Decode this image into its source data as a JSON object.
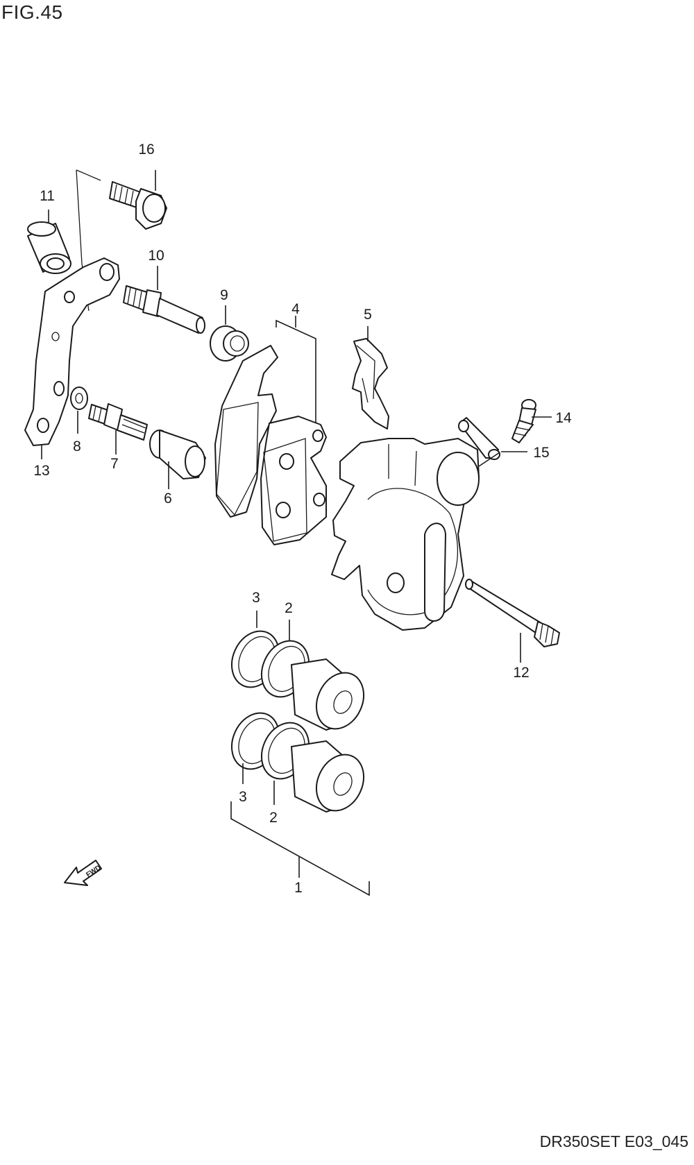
{
  "figure": {
    "title": "FIG.45",
    "code": "DR350SET E03_045"
  },
  "callouts": {
    "c1": "1",
    "c2a": "2",
    "c2b": "2",
    "c3a": "3",
    "c3b": "3",
    "c4": "4",
    "c5": "5",
    "c6": "6",
    "c7": "7",
    "c8": "8",
    "c9": "9",
    "c10": "10",
    "c11": "11",
    "c12": "12",
    "c13": "13",
    "c14": "14",
    "c15": "15",
    "c16": "16"
  },
  "direction_marker": {
    "label": "FWD",
    "icon": "fwd-arrow-icon"
  }
}
